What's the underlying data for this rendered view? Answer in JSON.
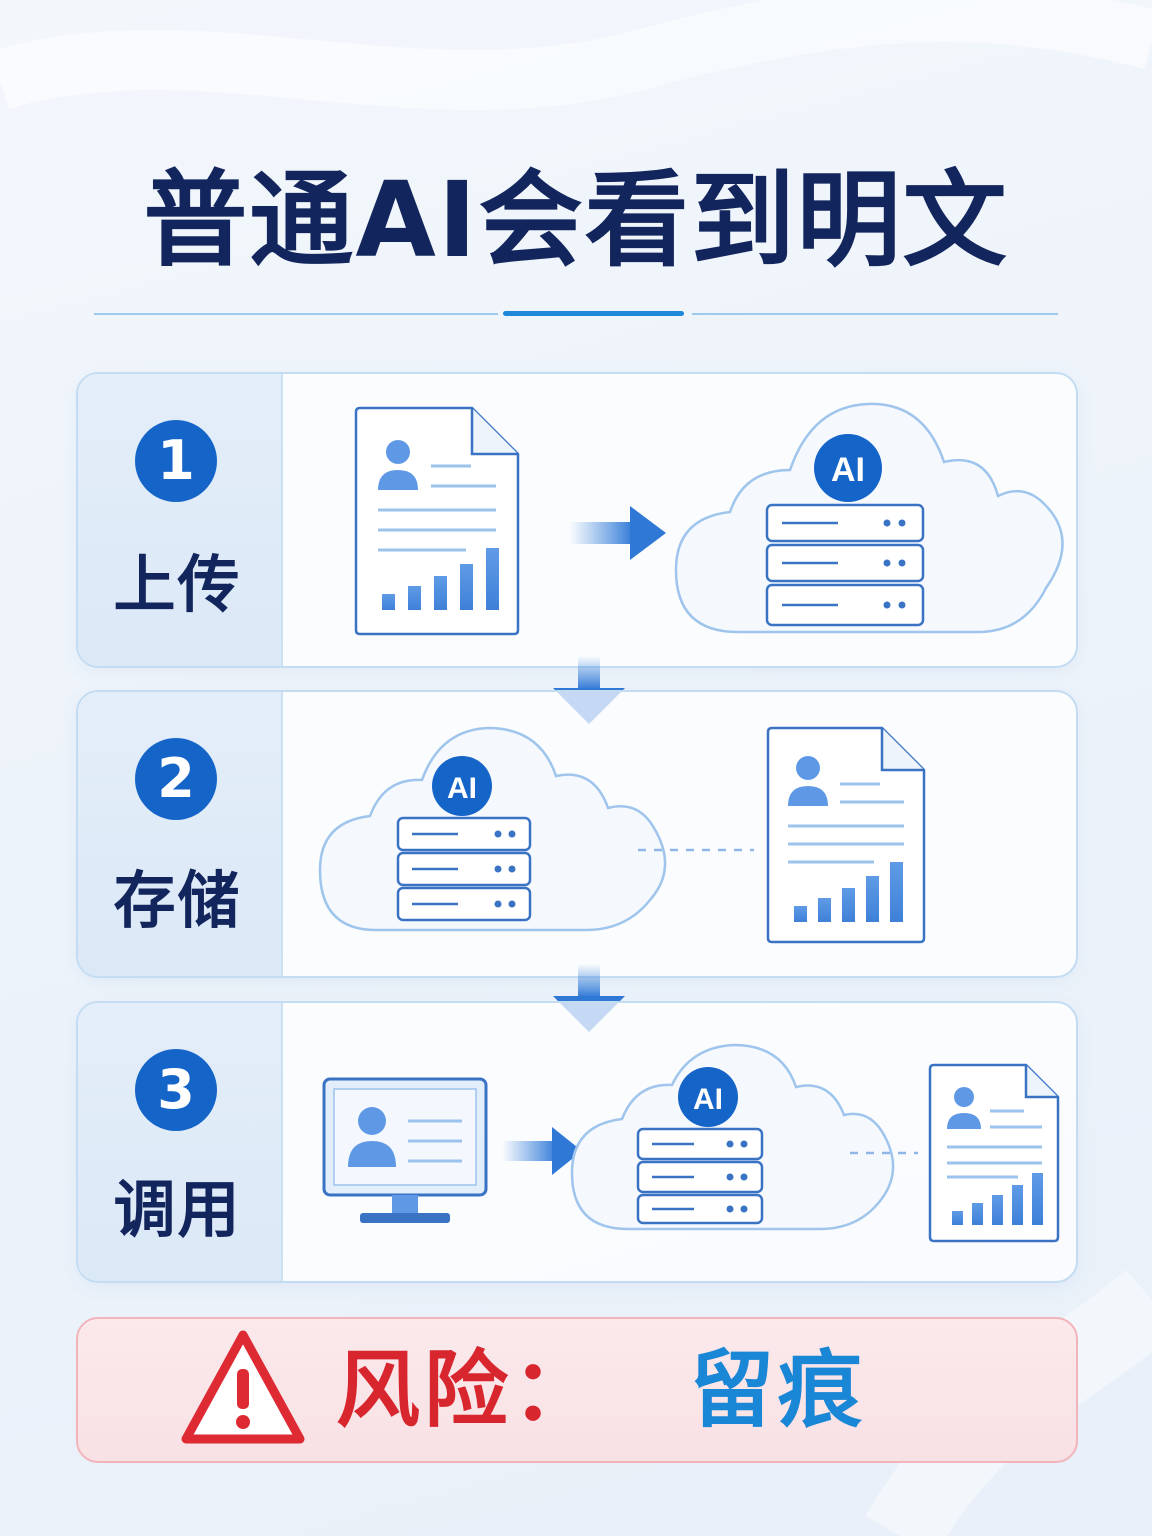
{
  "title": "普通AI会看到明文",
  "steps": [
    {
      "number": "1",
      "label": "上传"
    },
    {
      "number": "2",
      "label": "存储"
    },
    {
      "number": "3",
      "label": "调用"
    }
  ],
  "cloud_badge": "AI",
  "risk": {
    "label": "风险：",
    "value": "留痕"
  },
  "colors": {
    "title": "#12255c",
    "badge": "#1565c8",
    "accent": "#1f88d9",
    "risk_red": "#d8262f",
    "risk_blue": "#1a86d6"
  }
}
